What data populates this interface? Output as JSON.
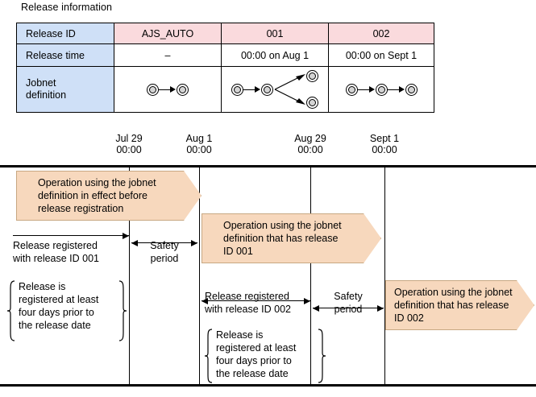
{
  "title": "Release information",
  "table": {
    "rows": [
      {
        "header": "Release ID",
        "cells": [
          "AJS_AUTO",
          "001",
          "002"
        ],
        "style": "pink"
      },
      {
        "header": "Release time",
        "cells": [
          "–",
          "00:00 on Aug 1",
          "00:00 on Sept 1"
        ],
        "style": "white"
      },
      {
        "header": "Jobnet definition",
        "header_line1": "Jobnet",
        "header_line2": "definition",
        "cells": [
          "jobnet-2-nodes-linear",
          "jobnet-2-nodes-branching",
          "jobnet-3-nodes-linear"
        ],
        "style": "white"
      }
    ],
    "header_bg": "#cfe0f7",
    "accent_bg": "#fadadd"
  },
  "timeline": {
    "ticks": [
      {
        "date": "Jul 29",
        "time": "00:00"
      },
      {
        "date": "Aug 1",
        "time": "00:00"
      },
      {
        "date": "Aug 29",
        "time": "00:00"
      },
      {
        "date": "Sept 1",
        "time": "00:00"
      }
    ]
  },
  "banners": [
    {
      "id": "banner-before-release",
      "line1": "Operation using the jobnet",
      "line2": "definition in effect before",
      "line3": "release registration",
      "color": "#f7d8bd"
    },
    {
      "id": "banner-release-001",
      "line1": "Operation using the jobnet",
      "line2": "definition that has  release",
      "line3": "ID 001",
      "color": "#f7d8bd"
    },
    {
      "id": "banner-release-002",
      "line1": "Operation using the jobnet",
      "line2": "definition that has release",
      "line3": "ID 002",
      "color": "#f7d8bd"
    }
  ],
  "measures": [
    {
      "id": "measure-register-001",
      "line1": "Release registered",
      "line2": "with  release ID 001"
    },
    {
      "id": "safety-period-1",
      "line1": "Safety",
      "line2": "period"
    },
    {
      "id": "measure-register-002",
      "line1": "Release registered",
      "line2": "with  release ID 002"
    },
    {
      "id": "safety-period-2",
      "line1": "Safety",
      "line2": "period"
    }
  ],
  "notes": [
    {
      "id": "note-001",
      "line1": "Release is",
      "line2": "registered at least",
      "line3": "four days prior to",
      "line4": "the release date"
    },
    {
      "id": "note-002",
      "line1": "Release is",
      "line2": "registered at least",
      "line3": "four days prior to",
      "line4": "the release date"
    }
  ]
}
